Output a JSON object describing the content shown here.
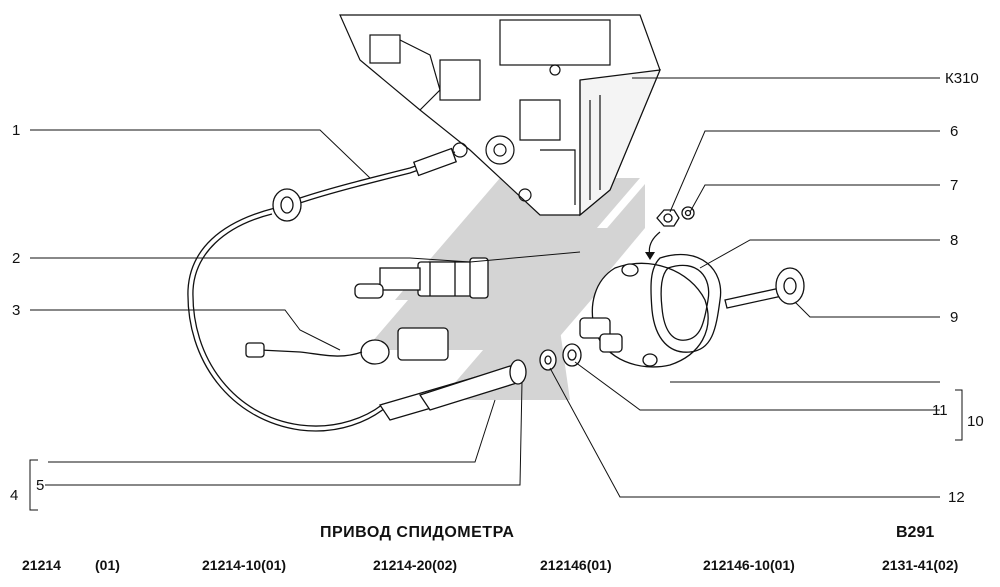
{
  "title": "ПРИВОД СПИДОМЕТРА",
  "figure_code": "В291",
  "reference_label": "К310",
  "callouts": [
    "1",
    "2",
    "3",
    "4",
    "5",
    "6",
    "7",
    "8",
    "9",
    "10",
    "11",
    "12"
  ],
  "variants": [
    "21214",
    "(01)",
    "21214-10(01)",
    "21214-20(02)",
    "212146(01)",
    "212146-10(01)",
    "2131-41(02)"
  ],
  "colors": {
    "ink": "#111111",
    "watermark": "#d2d2d2",
    "paper": "#ffffff"
  }
}
